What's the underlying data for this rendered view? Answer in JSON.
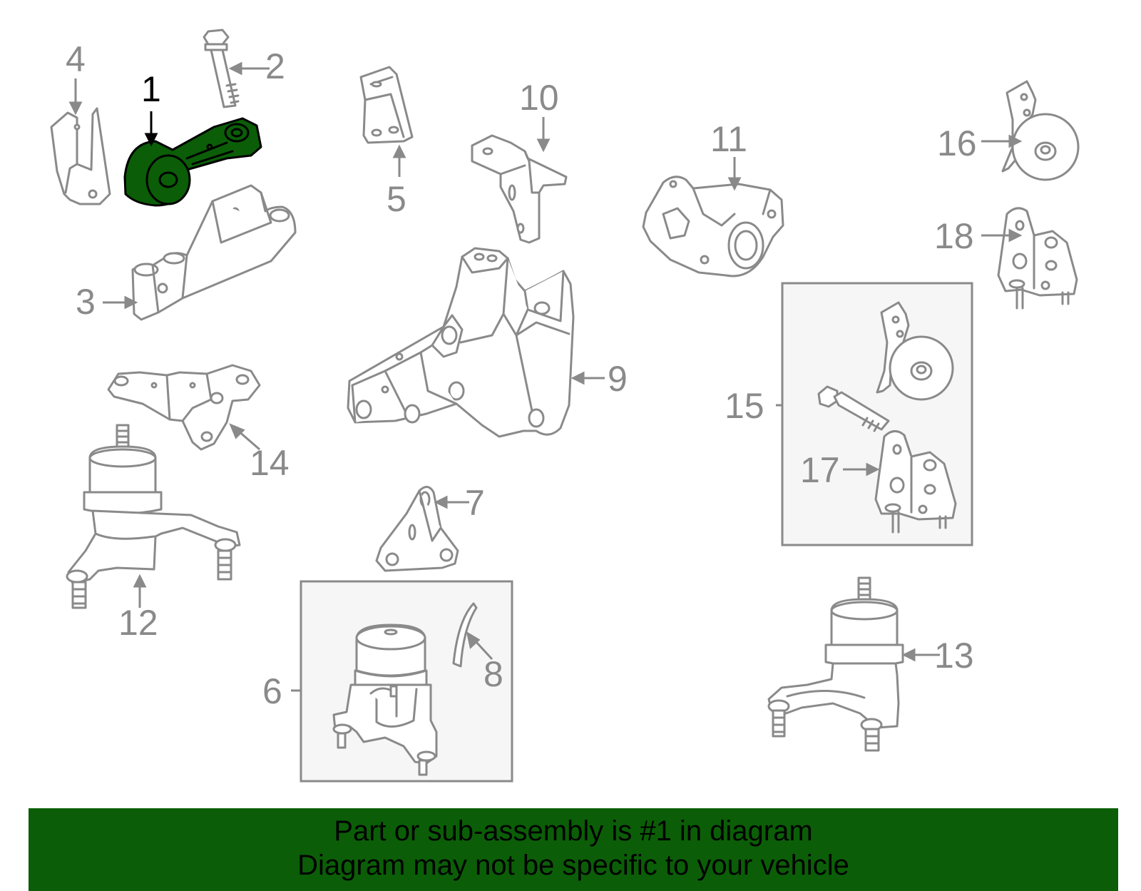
{
  "callouts": {
    "c1": "1",
    "c2": "2",
    "c3": "3",
    "c4": "4",
    "c5": "5",
    "c6": "6",
    "c7": "7",
    "c8": "8",
    "c9": "9",
    "c10": "10",
    "c11": "11",
    "c12": "12",
    "c13": "13",
    "c14": "14",
    "c15": "15",
    "c16": "16",
    "c17": "17",
    "c18": "18"
  },
  "highlight_part": "1",
  "colors": {
    "line": "#8a8a8a",
    "highlight_fill": "#0b5e07",
    "banner": "#0b5e07",
    "box_fill": "#f6f6f6"
  },
  "banner": {
    "line1": "Part or sub-assembly is #1 in diagram",
    "line2": "Diagram may not be specific to your vehicle"
  }
}
